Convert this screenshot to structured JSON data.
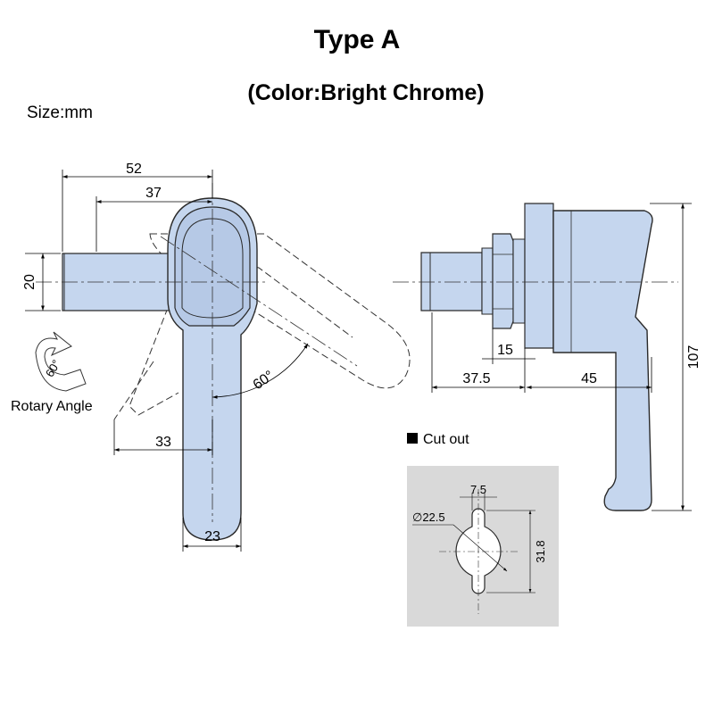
{
  "header": {
    "title": "Type A",
    "subtitle": "(Color:Bright Chrome)",
    "size_unit": "Size:mm"
  },
  "front_view": {
    "dimensions": {
      "overall_width": "52",
      "center_offset": "37",
      "spindle_height": "20",
      "swing_offset": "33",
      "handle_width": "23",
      "rotation_angle": "60°"
    },
    "rotary_label": "Rotary Angle",
    "rotary_icon_angle": "60°"
  },
  "side_view": {
    "dimensions": {
      "spindle_length": "37.5",
      "flange_offset": "15",
      "handle_depth": "45",
      "overall_height": "107"
    }
  },
  "cutout": {
    "label": "Cut out",
    "dimensions": {
      "slot_width": "7.5",
      "diameter": "∅22.5",
      "overall_height": "31.8"
    }
  },
  "colors": {
    "part_fill": "#c5d6ee",
    "part_stroke": "#2a2a2a",
    "cutout_bg": "#d9d9d9",
    "cutout_fill": "#ffffff"
  }
}
